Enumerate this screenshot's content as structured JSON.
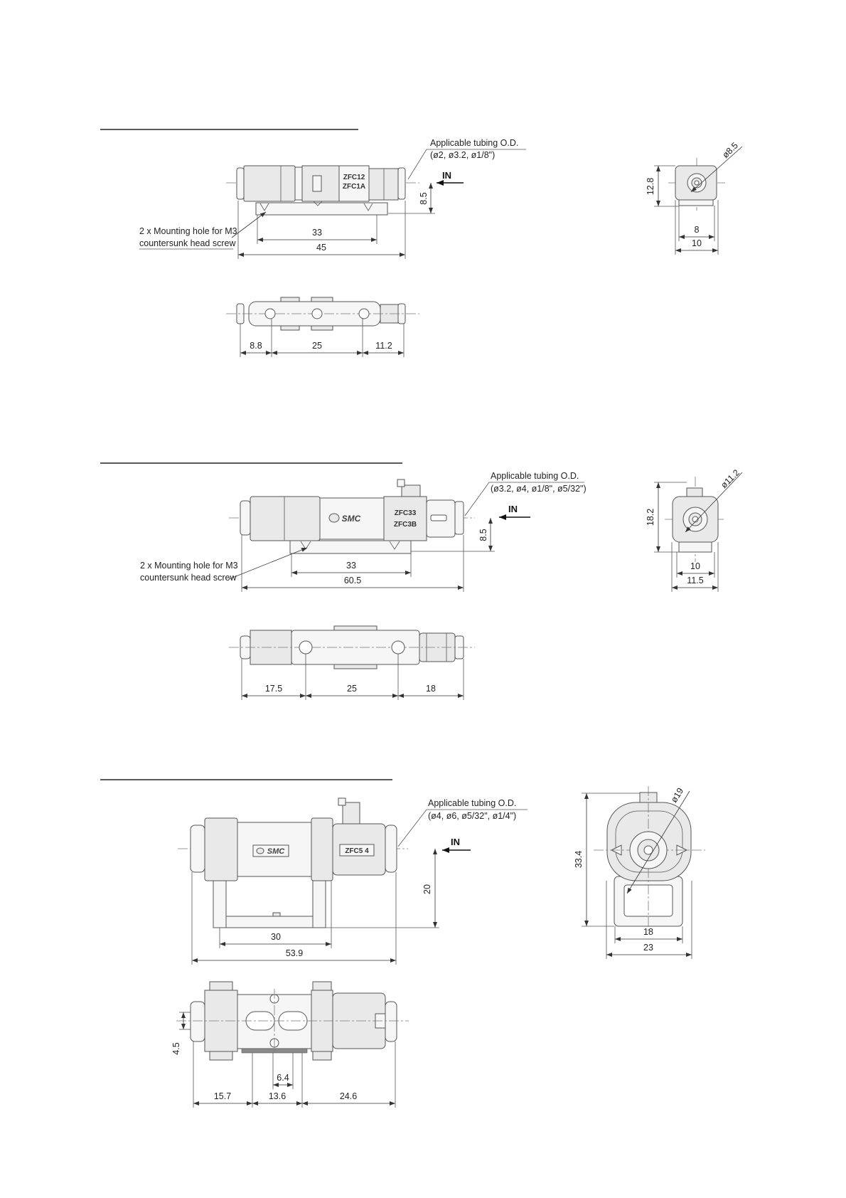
{
  "labels": {
    "tubing_title": "Applicable tubing O.D.",
    "in": "IN",
    "mount_line1": "2 x Mounting hole for M3",
    "mount_line2": "countersunk head screw",
    "logo": "SMC"
  },
  "zfc1": {
    "tubing_sizes": "(ø2, ø3.2, ø1/8\")",
    "model_line1": "ZFC12",
    "model_line2": "ZFC1A",
    "front": {
      "fitting_height": "8.5",
      "hole_pitch": "33",
      "length": "45"
    },
    "side": {
      "height": "12.8",
      "diameter": "ø8.5",
      "inner_width": "8",
      "width": "10"
    },
    "top": {
      "left_offset": "8.8",
      "hole_pitch": "25",
      "right_offset": "11.2"
    }
  },
  "zfc3": {
    "tubing_sizes": "(ø3.2, ø4, ø1/8\", ø5/32\")",
    "model_line1": "ZFC33",
    "model_line2": "ZFC3B",
    "front": {
      "fitting_height": "8.5",
      "hole_pitch": "33",
      "length": "60.5"
    },
    "side": {
      "height": "18.2",
      "diameter": "ø11.2",
      "inner_width": "10",
      "width": "11.5"
    },
    "top": {
      "left_offset": "17.5",
      "hole_pitch": "25",
      "right_offset": "18"
    }
  },
  "zfc5": {
    "tubing_sizes": "(ø4, ø6, ø5/32\", ø1/4\")",
    "model_line1": "ZFC5 4",
    "front": {
      "fitting_height": "20",
      "hole_pitch": "30",
      "length": "53.9"
    },
    "side": {
      "height": "33.4",
      "diameter": "ø19",
      "inner_width": "18",
      "width": "23"
    },
    "top": {
      "slot_offset": "4.5",
      "slot_width": "6.4",
      "left_offset": "15.7",
      "slot_pitch": "13.6",
      "right_offset": "24.6"
    }
  }
}
